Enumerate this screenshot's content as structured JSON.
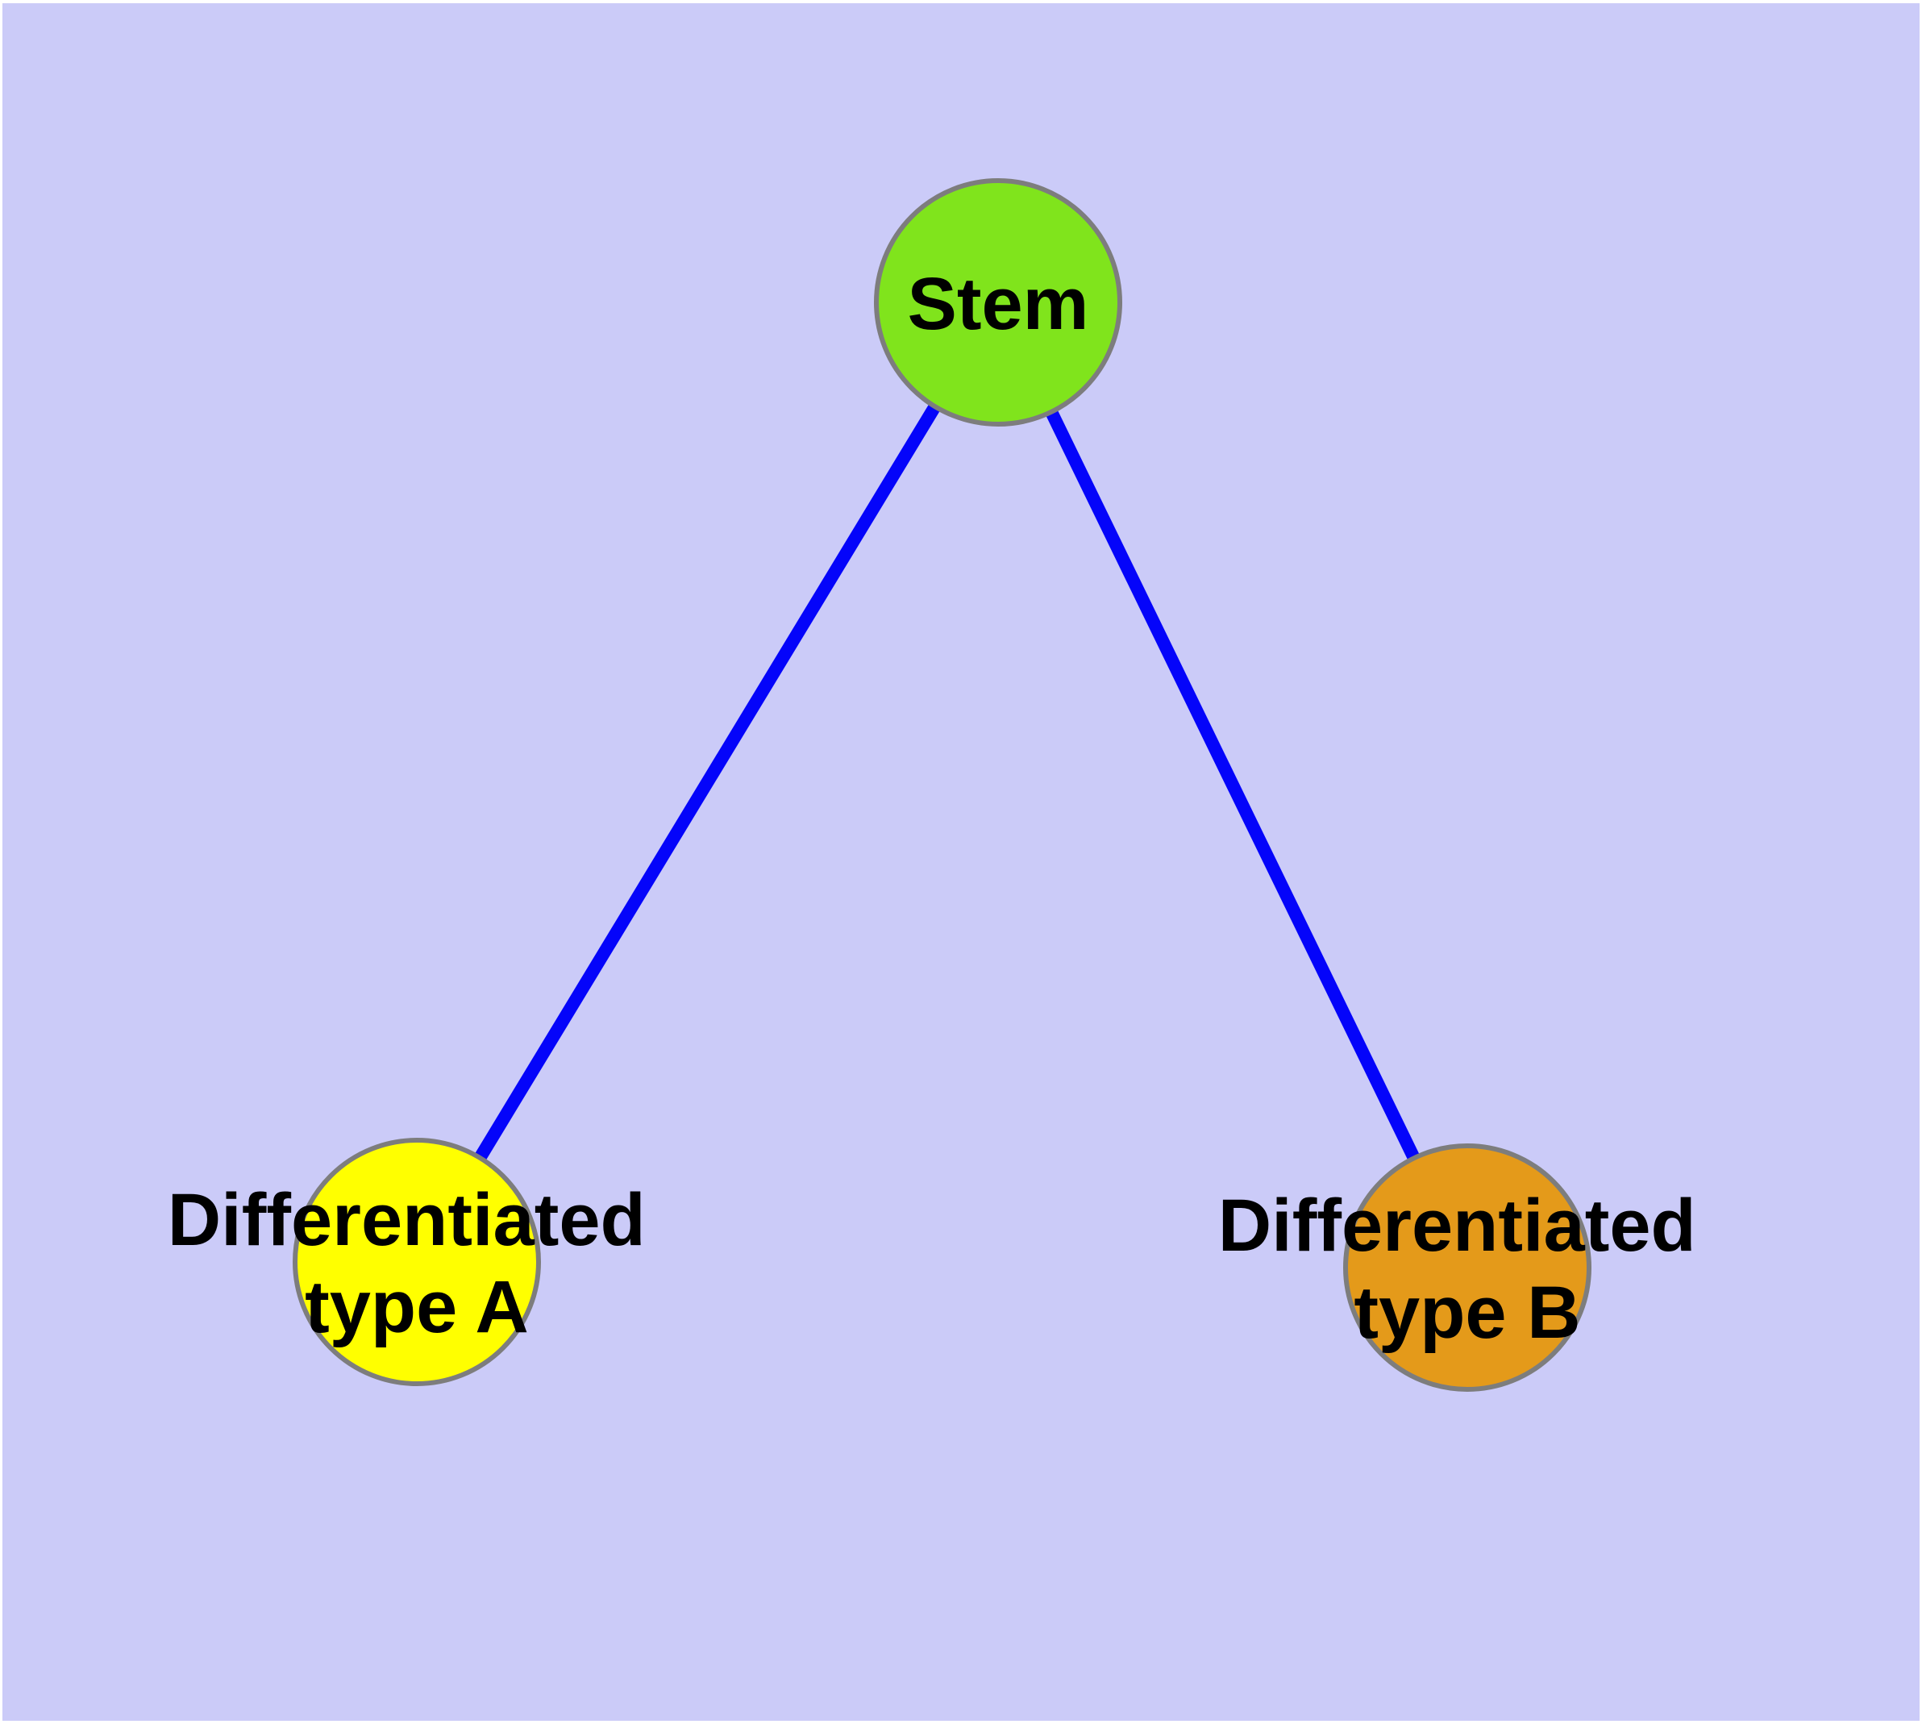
{
  "diagram": {
    "description": "Stem cell differentiation graph",
    "page_background_color": "#ffffff",
    "panel_background_color": "#cbcbf8",
    "edge_color": "#0404fa",
    "node_border_color": "#7d7d7d",
    "label_color": "#000000",
    "nodes": {
      "stem": {
        "label": "Stem",
        "fill": "#80e41c"
      },
      "type_a": {
        "label_line1": "Differentiated",
        "label_line2": "type A",
        "fill": "#ffff00"
      },
      "type_b": {
        "label_line1": "Differentiated",
        "label_line2": "type B",
        "fill": "#e49a1a"
      }
    },
    "edges": [
      {
        "from": "stem",
        "to": "type_a"
      },
      {
        "from": "stem",
        "to": "type_b"
      }
    ]
  }
}
